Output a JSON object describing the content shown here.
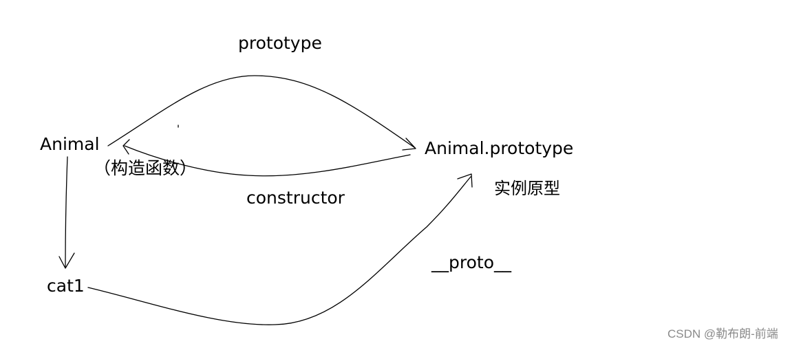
{
  "nodes": {
    "animal": "Animal",
    "animal_role": "（构造函数）",
    "animal_prototype": "Animal.prototype",
    "animal_prototype_role": "实例原型",
    "cat1": "cat1"
  },
  "edges": {
    "prototype": "prototype",
    "constructor": "constructor",
    "proto": "__proto__"
  },
  "watermark": "CSDN @勒布朗-前端"
}
